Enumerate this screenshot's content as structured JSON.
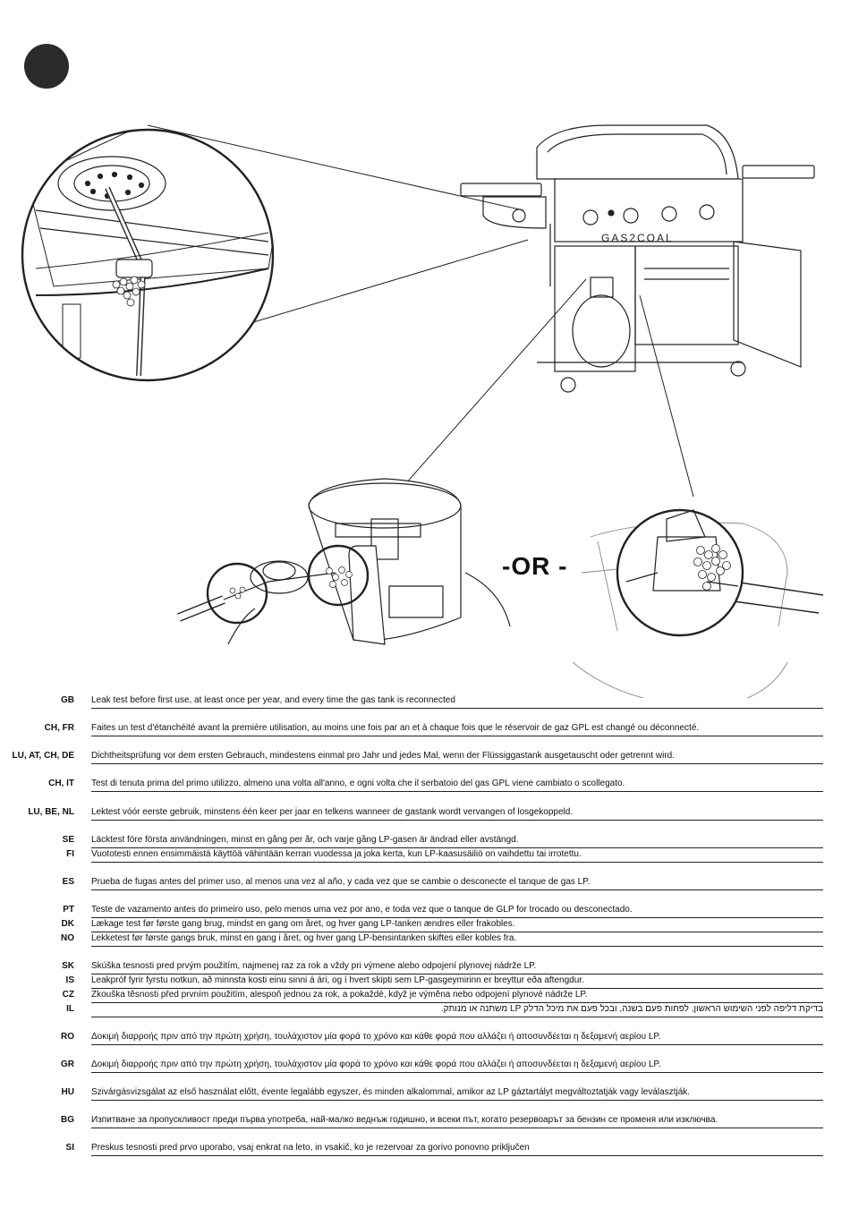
{
  "illustration": {
    "or_label": "-OR -",
    "grill_logo": "GAS2COAL"
  },
  "rows": [
    {
      "code": "GB",
      "text": "Leak test before first use, at least once per year, and every time the gas tank is reconnected"
    },
    {
      "code": "CH, FR",
      "text": "Faites un test d'étanchéité avant la première utilisation, au moins une fois par an et à chaque fois que le réservoir de gaz GPL est changé ou déconnecté."
    },
    {
      "code": "LU, AT, CH, DE",
      "text": "Dichtheitsprüfung vor dem ersten Gebrauch, mindestens einmal pro Jahr und jedes Mal, wenn der Flüssiggastank ausgetauscht oder getrennt wird."
    },
    {
      "code": "CH, IT",
      "text": "Test di tenuta prima del primo utilizzo, almeno una volta all'anno, e ogni volta che il serbatoio del gas GPL viene cambiato o scollegato."
    },
    {
      "code": "LU, BE, NL",
      "text": "Lektest vóór eerste gebruik, minstens één keer per jaar en telkens wanneer de gastank wordt vervangen of losgekoppeld."
    },
    {
      "code": "SE",
      "text": "Läcktest före första användningen, minst en gång per år, och varje gång LP-gasen är ändrad eller avstängd."
    },
    {
      "code": "FI",
      "text": "Vuototesti ennen ensimmäistä käyttöä vähintään kerran vuodessa ja joka kerta, kun LP-kaasusäiliö on vaihdettu tai irrotettu."
    },
    {
      "code": "ES",
      "text": "Prueba de fugas antes del primer uso, al menos una vez al año, y cada vez que se cambie o desconecte el tanque de gas LP."
    },
    {
      "code": "PT",
      "text": "Teste de vazamento antes do primeiro uso, pelo menos uma vez por ano, e toda vez que o tanque de GLP for trocado ou desconectado."
    },
    {
      "code": "DK",
      "text": "Lækage test før første gang brug, mindst en gang om året, og hver gang LP-tanken ændres eller frakobles."
    },
    {
      "code": "NO",
      "text": "Lekketest før første gangs bruk, minst en gang i året, og hver gang LP-bensintanken skiftes eller kobles fra."
    },
    {
      "code": "SK",
      "text": "Skúška tesnosti pred prvým použitím, najmenej raz za rok a vždy pri výmene alebo odpojení plynovej nádrže LP."
    },
    {
      "code": "IS",
      "text": "Leakpróf fyrir fyrstu notkun, að minnsta kosti einu sinni á ári, og í hvert skipti sem LP-gasgeymirinn er breyttur eða aftengdur."
    },
    {
      "code": "CZ",
      "text": "Zkouška těsnosti před prvním použitím, alespoň jednou za rok, a pokaždé, když je výměna nebo odpojení plynové nádrže LP."
    },
    {
      "code": "IL",
      "text": "בדיקת דליפה לפני השימוש הראשון, לפחות פעם בשנה, ובכל פעם את מיכל הדלק LP משתנה או מנותק."
    },
    {
      "code": "RO",
      "text": "Δοκιμή διαρροής πριν από την πρώτη χρήση, τουλάχιστον μία φορά το χρόνο και κάθε φορά που αλλάζει ή αποσυνδέεται η δεξαμενή αερίου LP."
    },
    {
      "code": "GR",
      "text": "Δοκιμή διαρροής πριν από την πρώτη χρήση, τουλάχιστον μία φορά το χρόνο και κάθε φορά που αλλάζει ή αποσυνδέεται η δεξαμενή αερίου LP."
    },
    {
      "code": "HU",
      "text": "Szivárgásvizsgálat az első használat előtt, évente legalább egyszer, és minden alkalommal, amikor az LP gáztartályt megváltoztatják vagy leválasztják."
    },
    {
      "code": "BG",
      "text": "Изпитване за пропускливост преди първа употреба, най-малко веднъж годишно, и всеки път, когато резервоарът за бензин се променя или изключва."
    },
    {
      "code": "SI",
      "text": "Preskus tesnosti pred prvo uporabo, vsaj enkrat na leto, in vsakič, ko je rezervoar za gorivo ponovno priključen"
    }
  ]
}
